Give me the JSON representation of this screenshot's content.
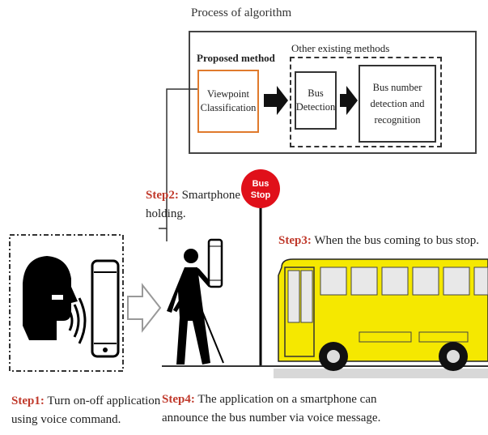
{
  "process": {
    "title": "Process of algorithm",
    "proposed_label": "Proposed method",
    "other_label": "Other existing methods",
    "viewpoint_line1": "Viewpoint",
    "viewpoint_line2": "Classification",
    "bus_detection_line1": "Bus",
    "bus_detection_line2": "Detection",
    "bus_number_line1": "Bus number",
    "bus_number_line2": "detection and",
    "bus_number_line3": "recognition"
  },
  "steps": {
    "step1_label": "Step1:",
    "step1_text": " Turn on-off application using voice command.",
    "step2_label": "Step2:",
    "step2_text": " Smartphone holding.",
    "step3_label": "Step3:",
    "step3_text": " When the bus coming to bus stop.",
    "step4_label": "Step4:",
    "step4_text": " The application on a smartphone can announce the bus number via voice message."
  },
  "bus_stop": {
    "line1": "Bus",
    "line2": "Stop"
  },
  "colors": {
    "step_label": "#c0392b",
    "proposed_border": "#e07a2c",
    "bus_stop_sign": "#e0101a",
    "bus_body": "#f5e800",
    "bus_window": "#e8e8e8"
  },
  "icons": [
    "speaking-head-icon",
    "smartphone-icon",
    "sound-waves-icon",
    "arrow-right-icon",
    "blind-person-icon",
    "bus-stop-sign-icon",
    "bus-icon"
  ]
}
